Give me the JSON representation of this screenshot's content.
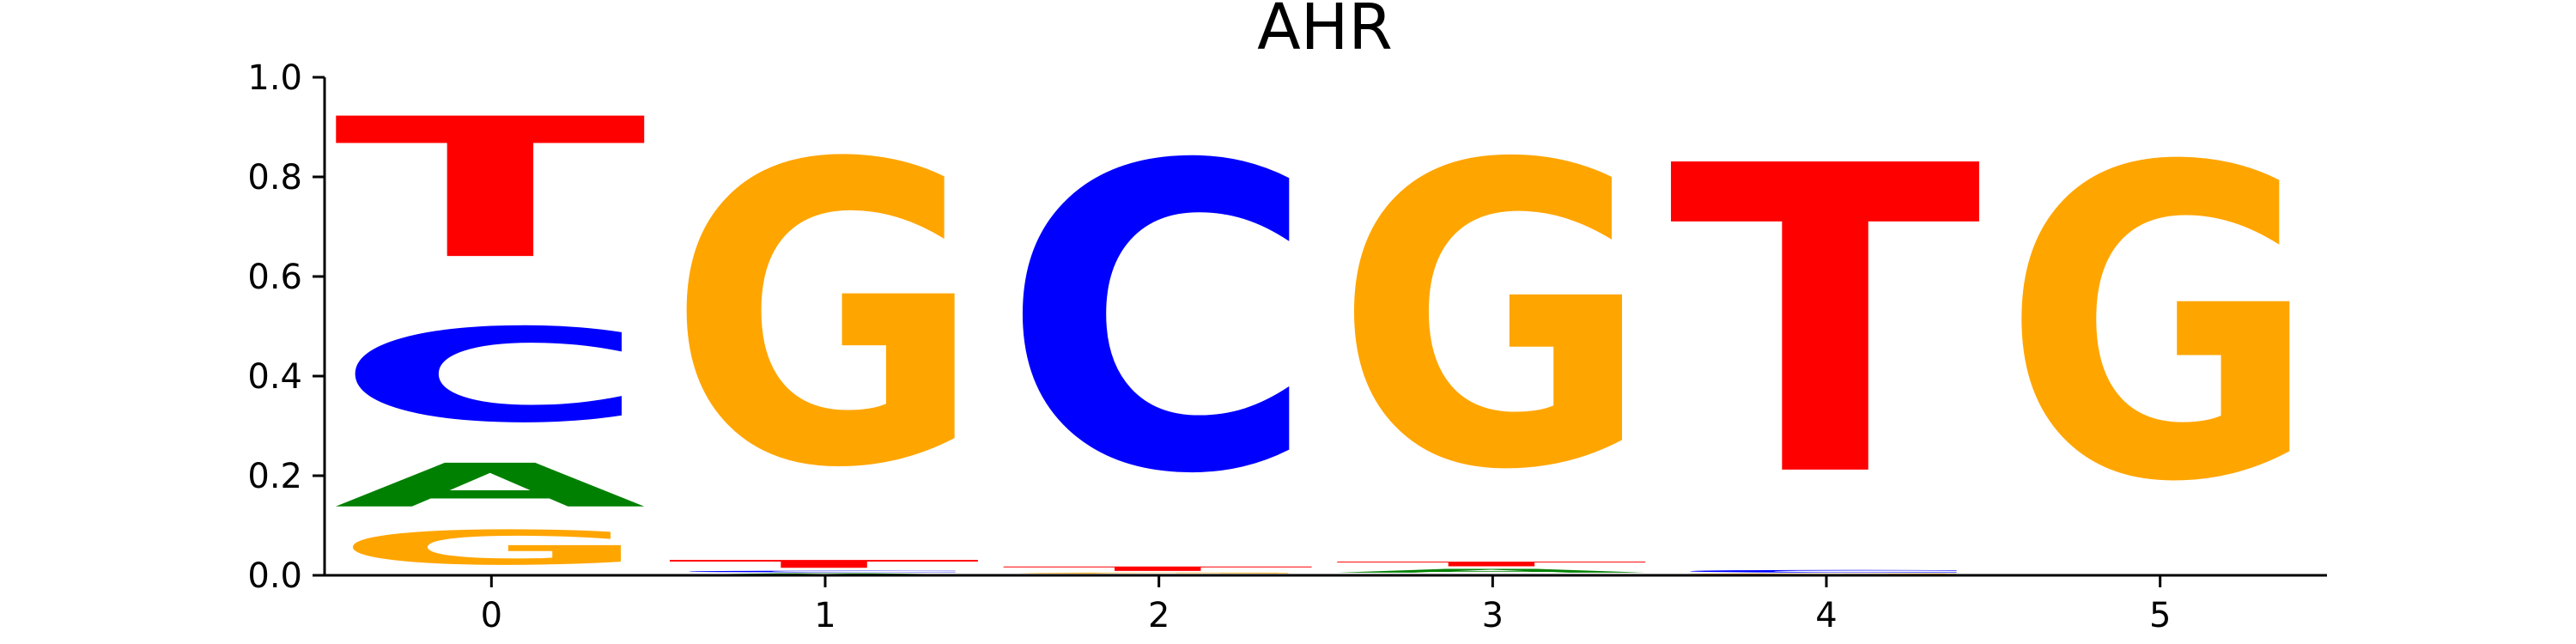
{
  "chart_data": {
    "type": "sequence-logo",
    "title": "AHR",
    "xlabel": "",
    "ylabel": "",
    "ylim": [
      0,
      1
    ],
    "yticks": [
      "0.0",
      "0.2",
      "0.4",
      "0.6",
      "0.8",
      "1.0"
    ],
    "xticks": [
      "0",
      "1",
      "2",
      "3",
      "4",
      "5"
    ],
    "grid": false,
    "legend": "none",
    "colors": {
      "A": "#008000",
      "C": "#0000ff",
      "G": "#ffa500",
      "T": "#ff0000"
    },
    "positions": [
      {
        "x": 0,
        "letters": [
          {
            "base": "G",
            "value": 0.11
          },
          {
            "base": "A",
            "value": 0.14
          },
          {
            "base": "C",
            "value": 0.3
          },
          {
            "base": "T",
            "value": 0.45
          }
        ]
      },
      {
        "x": 1,
        "letters": [
          {
            "base": "A",
            "value": 0.005
          },
          {
            "base": "C",
            "value": 0.005
          },
          {
            "base": "T",
            "value": 0.025
          },
          {
            "base": "G",
            "value": 0.965
          }
        ]
      },
      {
        "x": 2,
        "letters": [
          {
            "base": "A",
            "value": 0.003
          },
          {
            "base": "G",
            "value": 0.003
          },
          {
            "base": "T",
            "value": 0.014
          },
          {
            "base": "C",
            "value": 0.98
          }
        ]
      },
      {
        "x": 3,
        "letters": [
          {
            "base": "C",
            "value": 0.003
          },
          {
            "base": "A",
            "value": 0.012
          },
          {
            "base": "T",
            "value": 0.015
          },
          {
            "base": "G",
            "value": 0.97
          }
        ]
      },
      {
        "x": 4,
        "letters": [
          {
            "base": "A",
            "value": 0.002
          },
          {
            "base": "G",
            "value": 0.002
          },
          {
            "base": "C",
            "value": 0.008
          },
          {
            "base": "T",
            "value": 0.988
          }
        ]
      },
      {
        "x": 5,
        "letters": [
          {
            "base": "A",
            "value": 0.0
          },
          {
            "base": "C",
            "value": 0.0
          },
          {
            "base": "T",
            "value": 0.0
          },
          {
            "base": "G",
            "value": 1.0
          }
        ]
      }
    ]
  }
}
